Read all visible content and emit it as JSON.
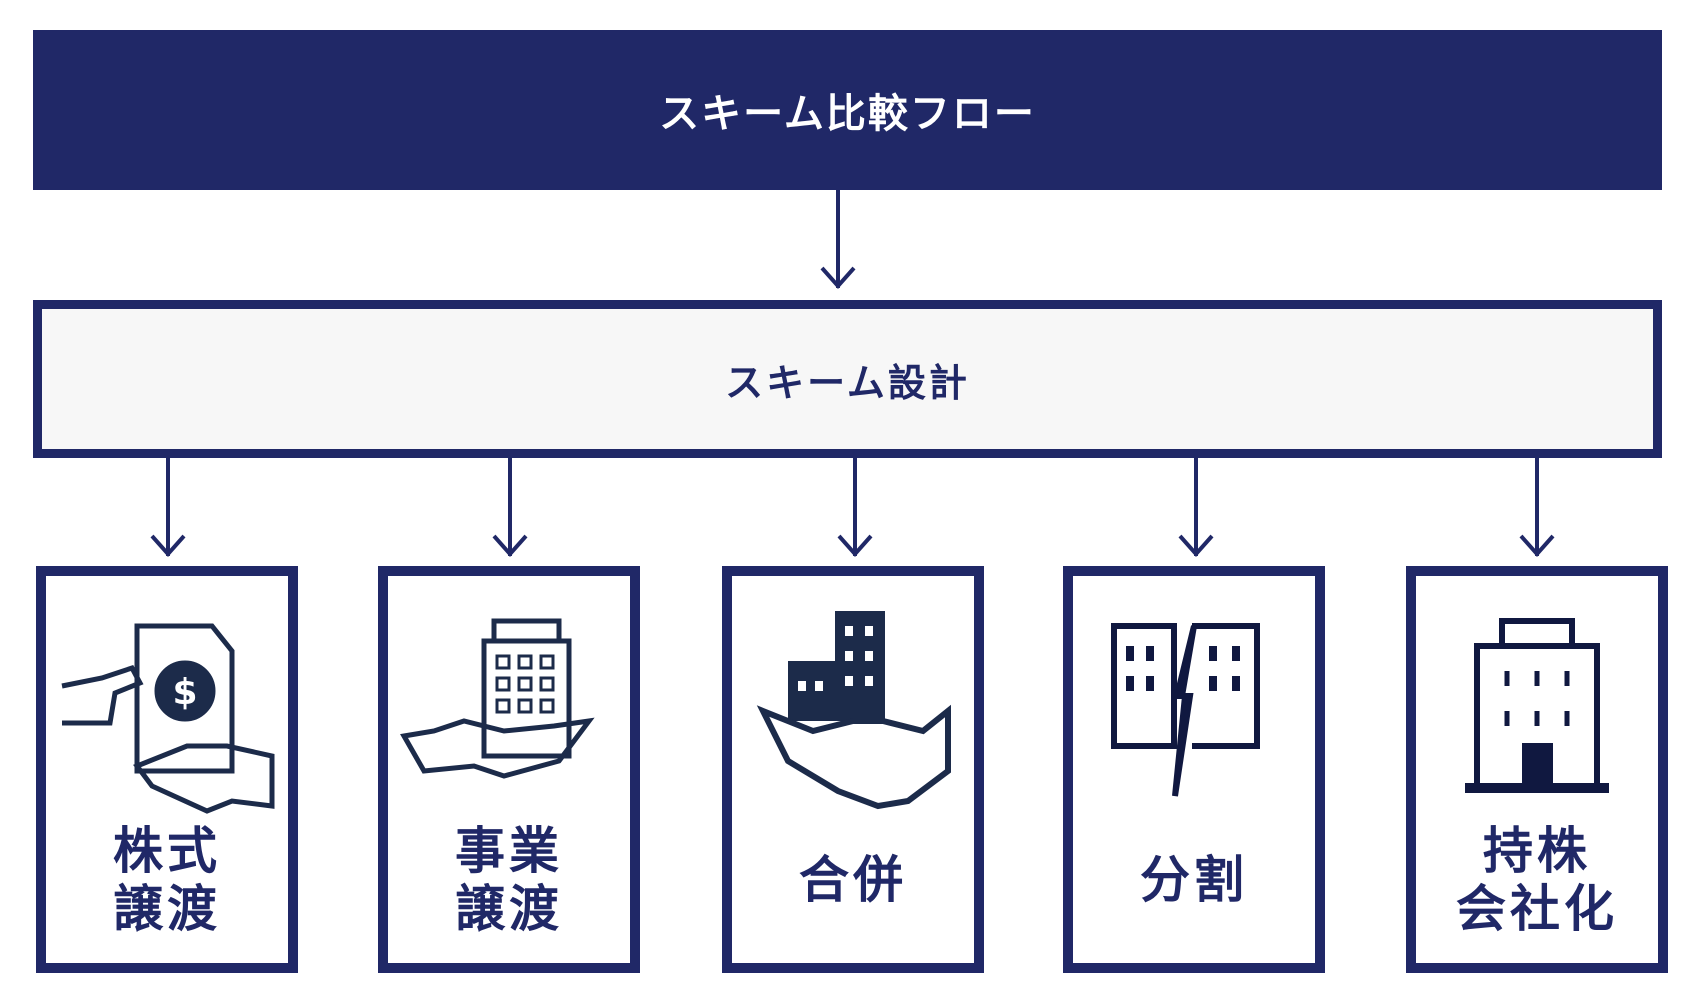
{
  "header": {
    "title": "スキーム比較フロー"
  },
  "design": {
    "label": "スキーム設計"
  },
  "schemes": [
    {
      "icon": "stock-transfer-icon",
      "lines": [
        "株式",
        "譲渡"
      ]
    },
    {
      "icon": "business-transfer-icon",
      "lines": [
        "事業",
        "譲渡"
      ]
    },
    {
      "icon": "merger-handshake-icon",
      "lines": [
        "合併"
      ]
    },
    {
      "icon": "split-buildings-icon",
      "lines": [
        "分割"
      ]
    },
    {
      "icon": "holding-company-building-icon",
      "lines": [
        "持株",
        "会社化"
      ]
    }
  ],
  "colors": {
    "navy": "#202867",
    "panel": "#f7f7f7"
  }
}
